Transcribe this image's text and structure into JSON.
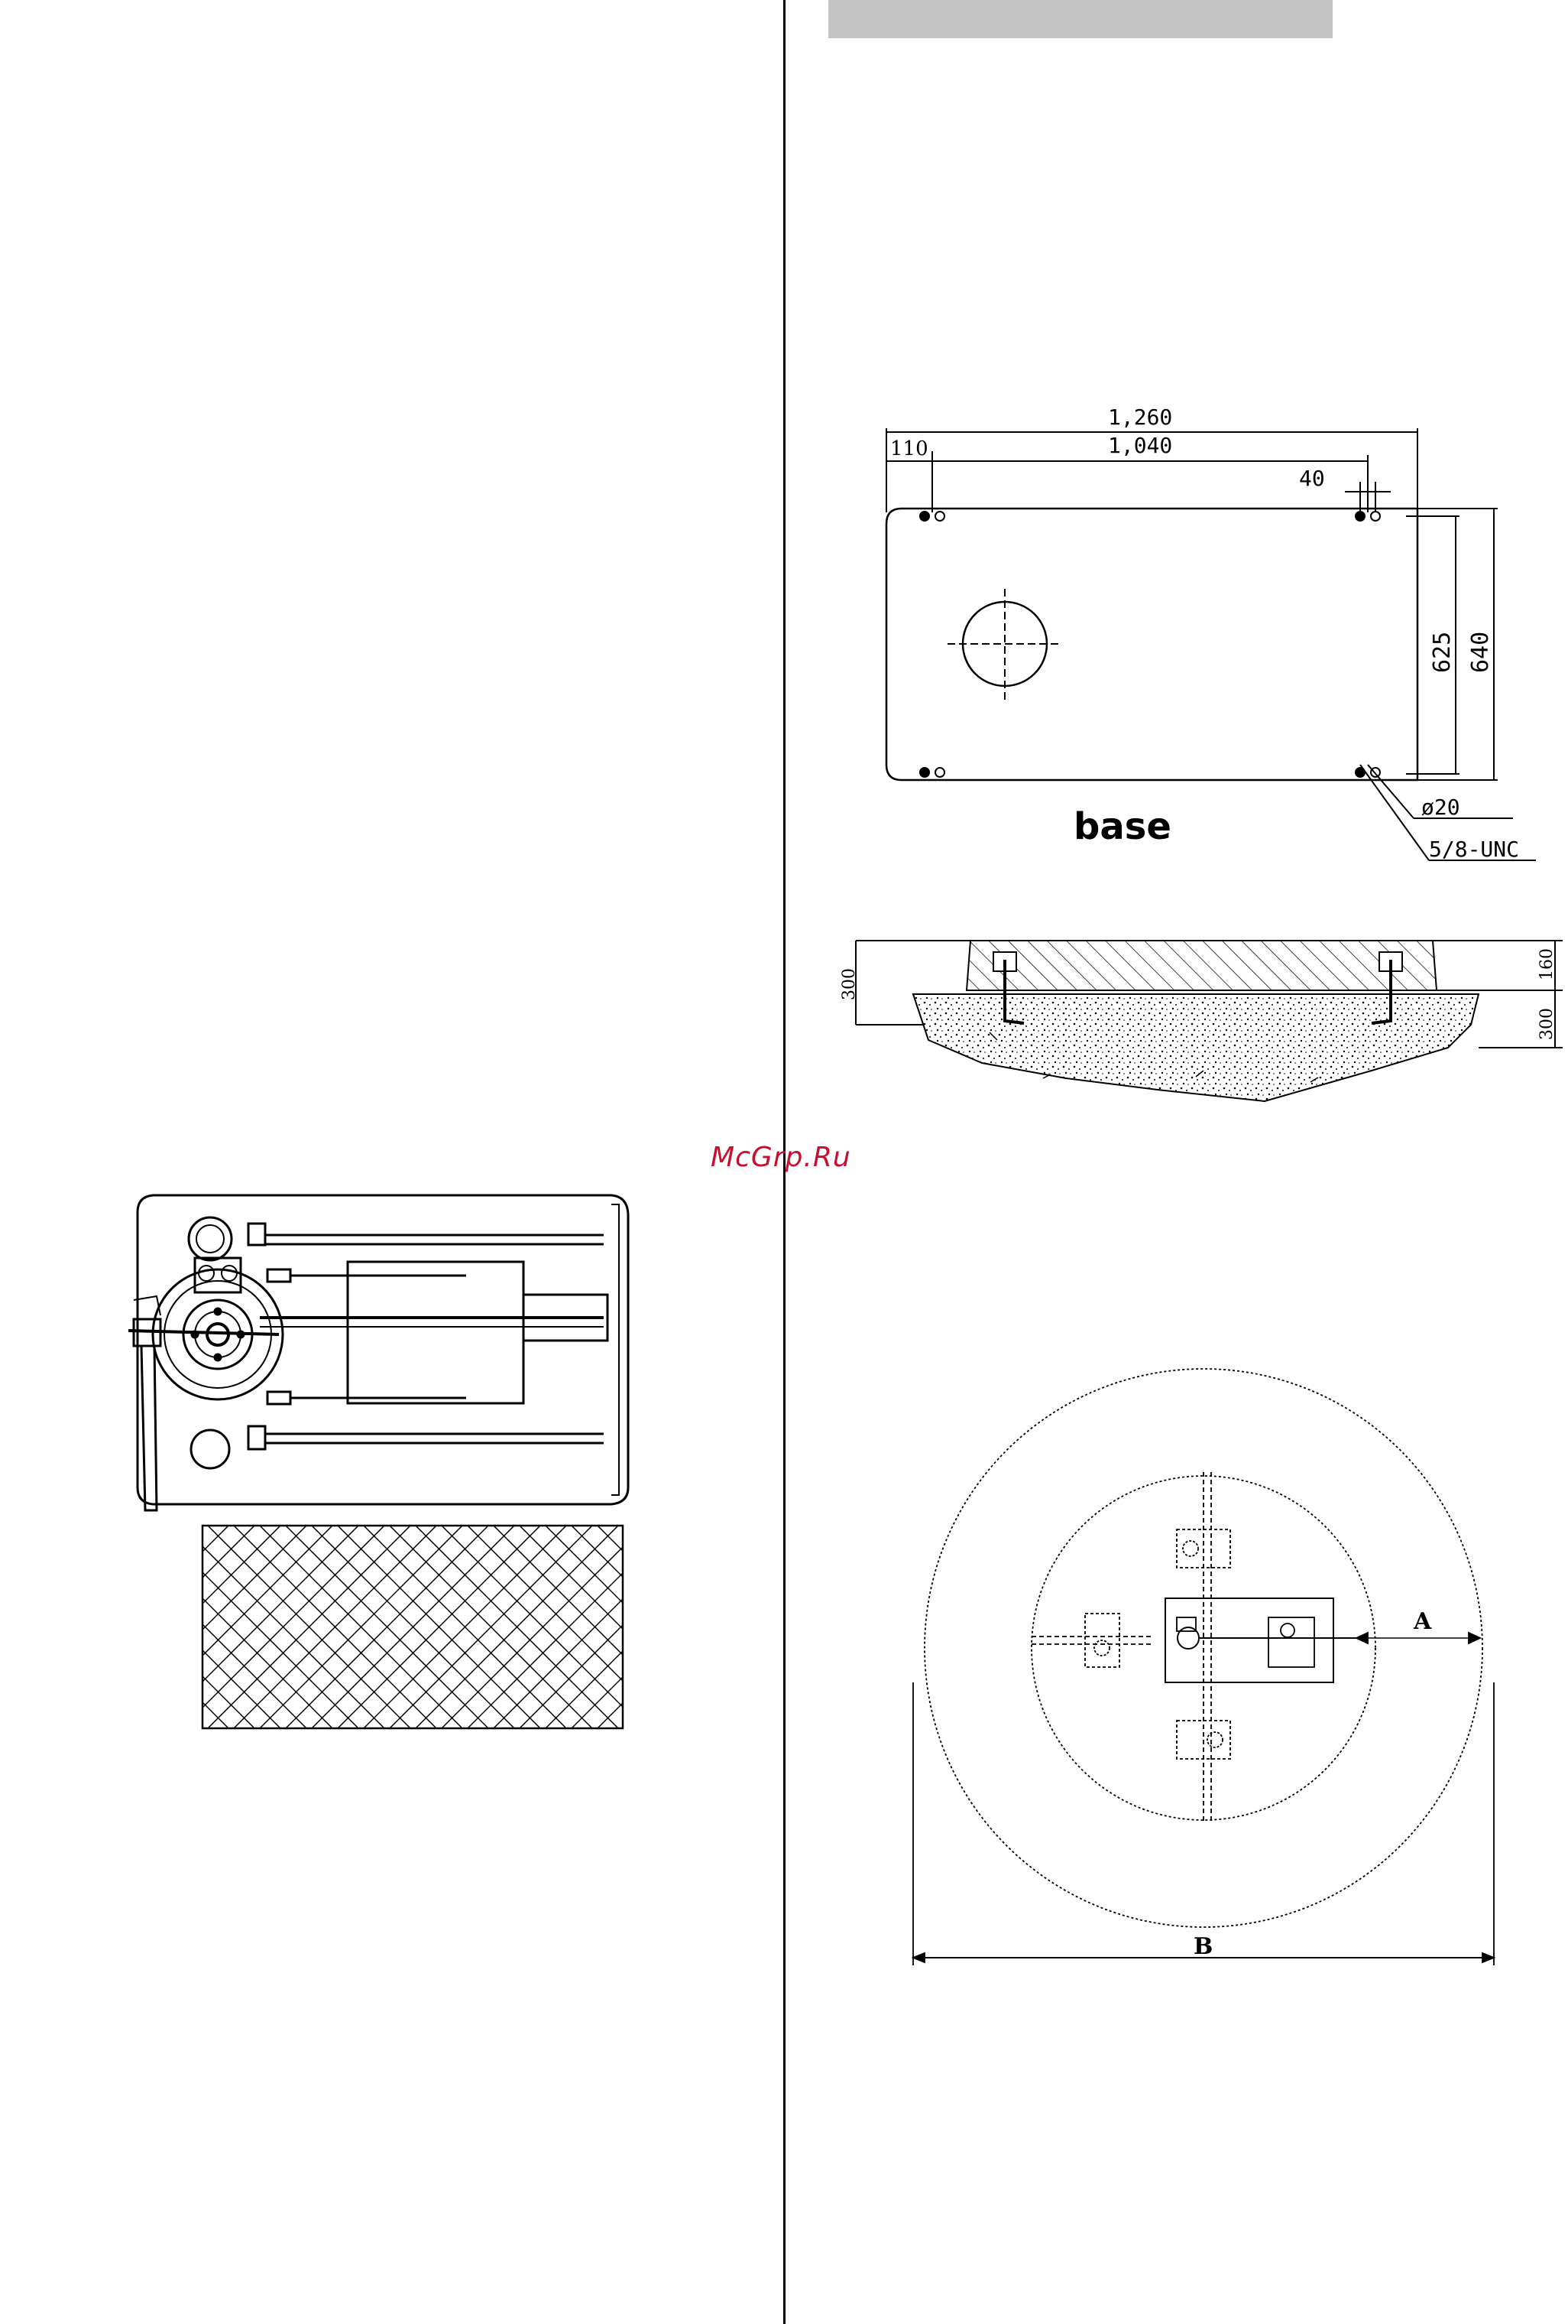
{
  "watermark": "McGrp.Ru",
  "base_plan": {
    "dim_overall": "1,260",
    "dim_bolt_span": "1,040",
    "dim_edge_offset": "110",
    "dim_bolt_pair": "40",
    "dim_bolt_rows": "625",
    "dim_depth": "640",
    "hole_dia": "ø20",
    "thread": "5/8-UNC",
    "label": "base"
  },
  "foundation_section": {
    "dim_left_depth": "300",
    "dim_top": "160",
    "dim_right_depth": "300"
  },
  "clearance_circle": {
    "label_a": "A",
    "label_b": "B"
  }
}
